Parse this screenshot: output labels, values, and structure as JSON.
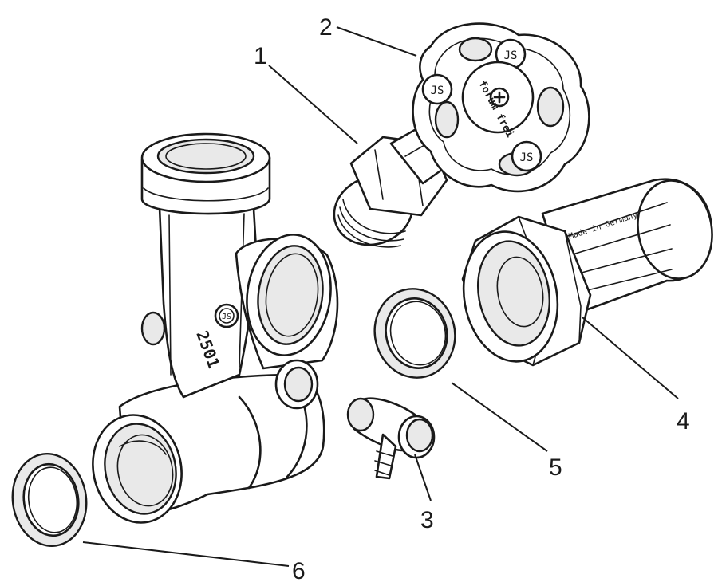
{
  "callouts": [
    {
      "id": "1",
      "label": "1"
    },
    {
      "id": "2",
      "label": "2"
    },
    {
      "id": "3",
      "label": "3"
    },
    {
      "id": "4",
      "label": "4"
    },
    {
      "id": "5",
      "label": "5"
    },
    {
      "id": "6",
      "label": "6"
    }
  ],
  "markings": {
    "handwheel_text": "forum frei",
    "body_number": "2501",
    "nut_text": "Made in Germany",
    "logo_text": "JS"
  }
}
